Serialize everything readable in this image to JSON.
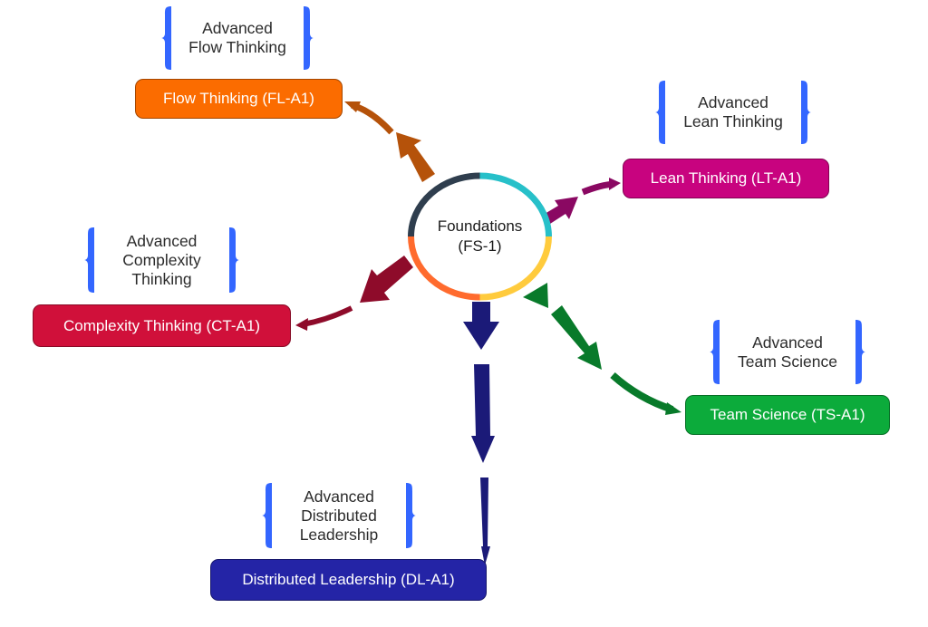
{
  "center": {
    "line1": "Foundations",
    "line2": "(FS-1)",
    "ring_colors": [
      "#2f3e4e",
      "#27c0c9",
      "#ffcb3d",
      "#ff6b2e"
    ]
  },
  "nodes": [
    {
      "id": "flow",
      "label": "Flow Thinking (FL-A1)",
      "color": "#fb6c00",
      "advanced": [
        "Advanced",
        "Flow Thinking"
      ],
      "arrow_color": "#b5520a"
    },
    {
      "id": "lean",
      "label": "Lean Thinking (LT-A1)",
      "color": "#c8037f",
      "advanced": [
        "Advanced",
        "Lean Thinking"
      ],
      "arrow_color": "#8a0862"
    },
    {
      "id": "complexity",
      "label": "Complexity Thinking (CT-A1)",
      "color": "#d0103a",
      "advanced": [
        "Advanced",
        "Complexity",
        "Thinking"
      ],
      "arrow_color": "#8e0b2a"
    },
    {
      "id": "team",
      "label": "Team Science (TS-A1)",
      "color": "#0cab3b",
      "advanced": [
        "Advanced",
        "Team Science"
      ],
      "arrow_color": "#087a2a"
    },
    {
      "id": "distributed",
      "label": "Distributed Leadership (DL-A1)",
      "color": "#2424a6",
      "advanced": [
        "Advanced",
        "Distributed",
        "Leadership"
      ],
      "arrow_color": "#1b1a78"
    }
  ],
  "brace_color": "#3366ff"
}
